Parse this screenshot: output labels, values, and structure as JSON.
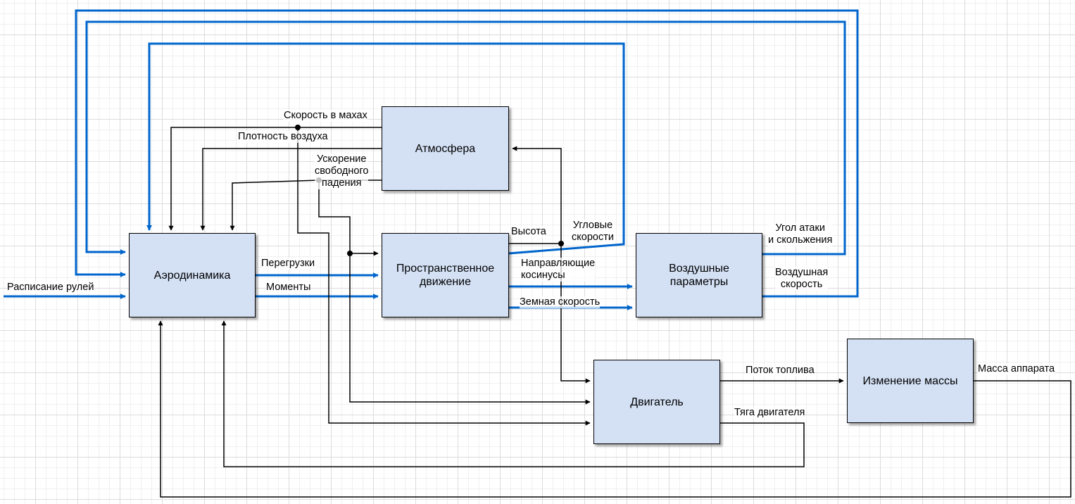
{
  "blocks": {
    "aero": "Аэродинамика",
    "atmo": "Атмосфера",
    "motion": "Пространственное\nдвижение",
    "air": "Воздушные\nпараметры",
    "engine": "Двигатель",
    "mass": "Изменение массы"
  },
  "labels": {
    "rudders": "Расписание рулей",
    "mach": "Скорость в махах",
    "density": "Плотность воздуха",
    "gravity": "Ускорение\nсвободного\nпадения",
    "overloads": "Перегрузки",
    "moments": "Моменты",
    "altitude": "Высота",
    "angular": "Угловые\nскорости",
    "directional": "Направляющие\nкосинусы",
    "ground_speed": "Земная скорость",
    "attack": "Угол атаки\nи скольжения",
    "airspeed": "Воздушная\nскорость",
    "fuel": "Поток топлива",
    "thrust": "Тяга двигателя",
    "mass_out": "Масса аппарата"
  },
  "colors": {
    "block_fill": "#d4e1f5",
    "blue_line": "#0066cc",
    "black_line": "#000000"
  }
}
